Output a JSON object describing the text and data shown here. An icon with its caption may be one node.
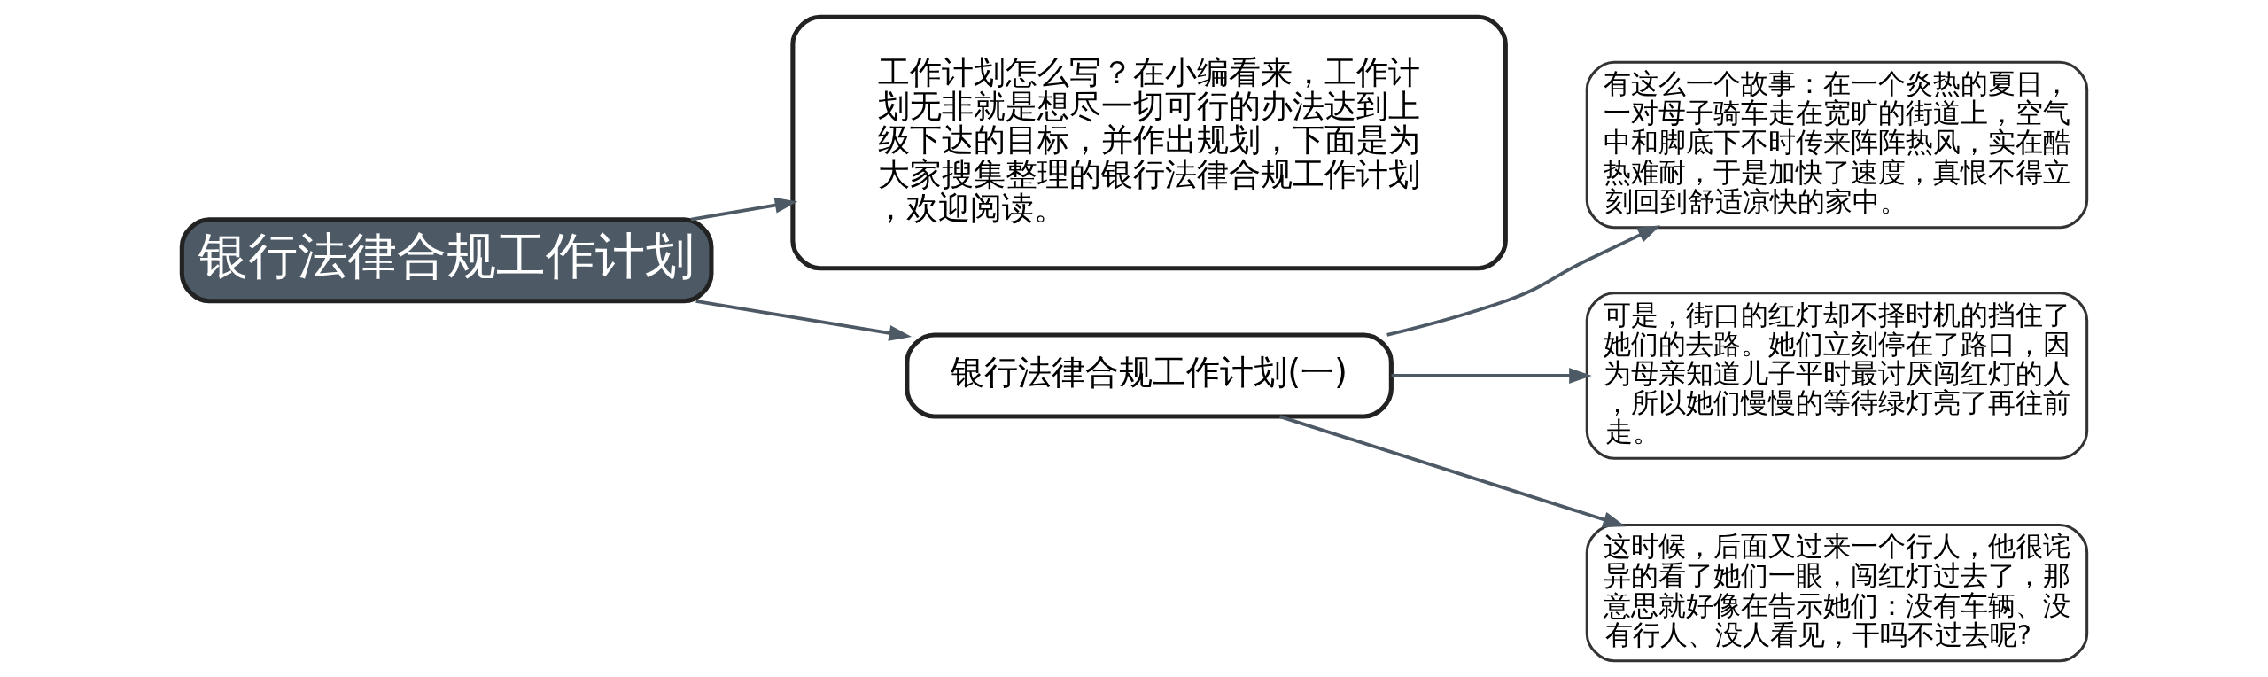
{
  "diagram": {
    "nodes": [
      {
        "text": [
          "银行法律合规工作计划"
        ]
      },
      {
        "text": [
          "工作计划怎么写？在小编看来，工作计划无非就是想尽一切可行的办法达到上级下达的目标，并作出规划，下面是为大家搜集整理的银行法律合规工作计划，欢迎阅读。"
        ]
      },
      {
        "text": [
          "银行法律合规工作计划(一)"
        ]
      },
      {
        "text": [
          "有这么一个故事：在一个炎热的夏日，一对母子骑车走在宽旷的街道上，空气中和脚底下不时传来阵阵热风，实在酷热难耐，于是加快了速度，真恨不得立刻回到舒适凉快的家中。"
        ]
      },
      {
        "text": [
          "可是，街口的红灯却不择时机的挡住了她们的去路。她们立刻停在了路口，因为母亲知道儿子平时最讨厌闯红灯的人，所以她们慢慢的等待绿灯亮了再往前走。"
        ]
      },
      {
        "text": [
          "这时候，后面又过来一个行人，他很诧异的看了她们一眼，闯红灯过去了，那意思就好像在告示她们：没有车辆、没有行人、没人看见，干吗不过去呢?"
        ]
      }
    ],
    "edges": [
      {
        "from": 0,
        "to": 1,
        "arrow": "to"
      },
      {
        "from": 0,
        "to": 2,
        "arrow": "to"
      },
      {
        "from": 2,
        "to": 3,
        "arrow": "to"
      },
      {
        "from": 2,
        "to": 4,
        "arrow": "to"
      },
      {
        "from": 2,
        "to": 5,
        "arrow": "to"
      }
    ]
  }
}
